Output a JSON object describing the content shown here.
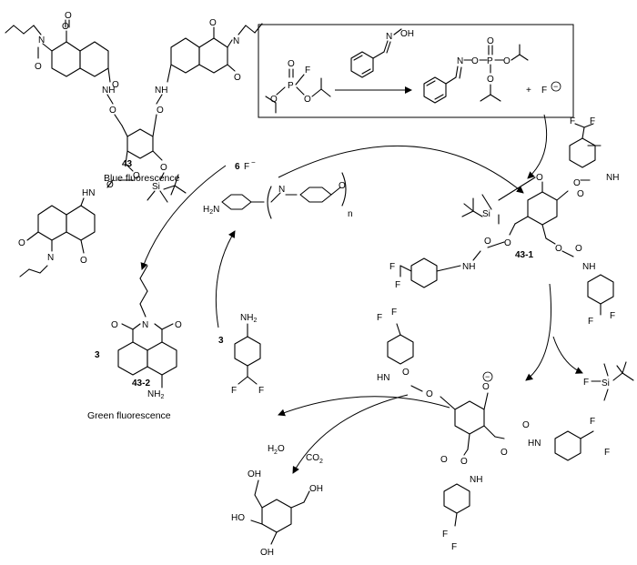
{
  "compounds": {
    "c43": {
      "number": "43",
      "caption": "Blue fluorescence"
    },
    "c43_1": {
      "number": "43-1"
    },
    "c43_2": {
      "number": "43-2",
      "caption": "Green fluorescence",
      "count": "3"
    },
    "aniline": {
      "count": "3"
    },
    "polymer": {
      "count": "6",
      "fluoride": "F",
      "charge": "−",
      "repeat": "n"
    }
  },
  "atoms": {
    "O": "O",
    "N": "N",
    "F": "F",
    "Si": "Si",
    "NH": "NH",
    "HN": "HN",
    "OH": "OH",
    "HO": "HO",
    "NH2": "NH",
    "H2N": "H",
    "two": "2",
    "P": "P",
    "H2O": "H",
    "H2O_O": "O",
    "CO2": "CO",
    "minus": "−",
    "plus": "+"
  },
  "byproducts": {
    "water": "H2O",
    "co2": "CO2"
  }
}
